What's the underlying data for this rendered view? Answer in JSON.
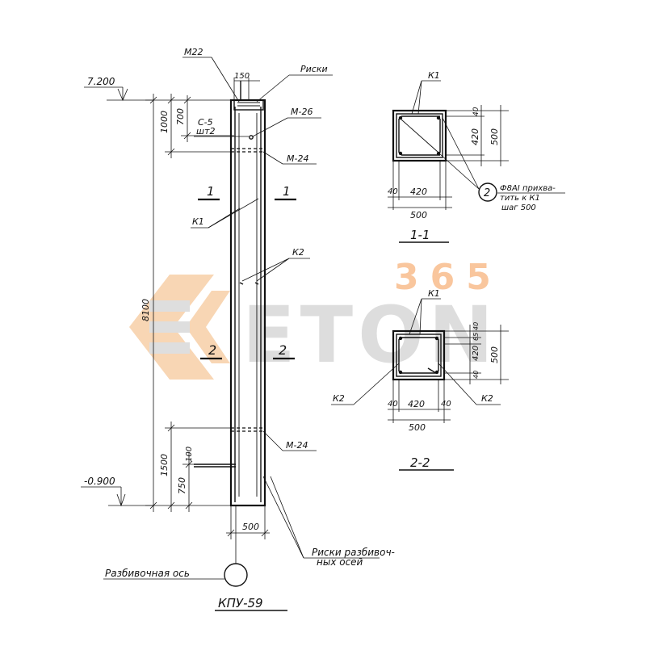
{
  "watermark": {
    "number": "365",
    "word": "ETON",
    "orange": "#f5a15c",
    "grey": "#c9c9c9"
  },
  "elevation": {
    "mark": "КПУ-59",
    "axis_label": "Разбивочная ось",
    "risk_axis_label_1": "Риски разбивоч-",
    "risk_axis_label_2": "ных осей",
    "risk_label": "Риски",
    "level_top": "7.200",
    "level_bottom": "-0.900",
    "dim_total": "8100",
    "dim_top": "1000",
    "dim_top_inner": "700",
    "dim_bottom": "1500",
    "dim_bottom_inner": "100",
    "dim_bottom_low": "750",
    "dim_width": "500",
    "dim_head": "150",
    "part_m22": "М22",
    "part_m26": "М-26",
    "part_m24_top": "М-24",
    "part_m24_bottom": "М-24",
    "part_c5": "С-5",
    "part_c5_qty": "шт2",
    "rebar_k1": "К1",
    "rebar_k2": "К2",
    "cut_1": "1",
    "cut_2": "2"
  },
  "section_1": {
    "title": "1-1",
    "k1": "К1",
    "callout_num": "2",
    "note_1": "Ф8АI прихва-",
    "note_2": "тить к К1",
    "note_3": "шаг 500",
    "dim_h_left": "40",
    "dim_h_mid": "420",
    "dim_h_total": "500",
    "dim_v_top": "40",
    "dim_v_mid": "420",
    "dim_v_total": "500"
  },
  "section_2": {
    "title": "2-2",
    "k1": "К1",
    "k2_left": "К2",
    "k2_right": "К2",
    "dim_h_left": "40",
    "dim_h_mid": "420",
    "dim_h_right": "40",
    "dim_h_total": "500",
    "dim_v_1": "40",
    "dim_v_2": "65",
    "dim_v_mid": "420",
    "dim_v_3": "40",
    "dim_v_total": "500"
  }
}
